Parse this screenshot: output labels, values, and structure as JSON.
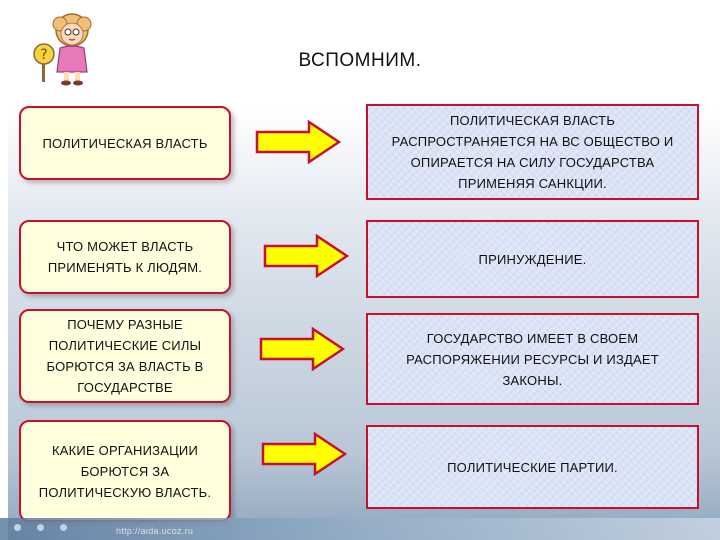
{
  "title": "ВСПОМНИМ.",
  "footer_url": "http://aida.ucoz.ru",
  "rows": [
    {
      "question": "ПОЛИТИЧЕСКАЯ ВЛАСТЬ",
      "answer": "ПОЛИТИЧЕСКАЯ ВЛАСТЬ РАСПРОСТРАНЯЕТСЯ НА ВС ОБЩЕСТВО И ОПИРАЕТСЯ НА СИЛУ ГОСУДАРСТВА ПРИМЕНЯЯ САНКЦИИ."
    },
    {
      "question": "ЧТО МОЖЕТ ВЛАСТЬ ПРИМЕНЯТЬ К ЛЮДЯМ.",
      "answer": "ПРИНУЖДЕНИЕ."
    },
    {
      "question": "ПОЧЕМУ РАЗНЫЕ ПОЛИТИЧЕСКИЕ СИЛЫ БОРЮТСЯ ЗА ВЛАСТЬ В ГОСУДАРСТВЕ",
      "answer": "ГОСУДАРСТВО ИМЕЕТ В СВОЕМ РАСПОРЯЖЕНИИ РЕСУРСЫ И ИЗДАЕТ ЗАКОНЫ."
    },
    {
      "question": "КАКИЕ ОРГАНИЗАЦИИ БОРЮТСЯ ЗА ПОЛИТИЧЕСКУЮ ВЛАСТЬ.",
      "answer": "ПОЛИТИЧЕСКИЕ ПАРТИИ."
    }
  ],
  "colors": {
    "box_border": "#c8102e",
    "question_fill": "#fffedd",
    "answer_fill": "#dbe3f5",
    "arrow_fill": "#ffff00",
    "arrow_stroke": "#c8102e"
  },
  "icons": {
    "mascot": "thinking-girl-question-mark-icon",
    "arrow": "right-arrow-icon"
  }
}
